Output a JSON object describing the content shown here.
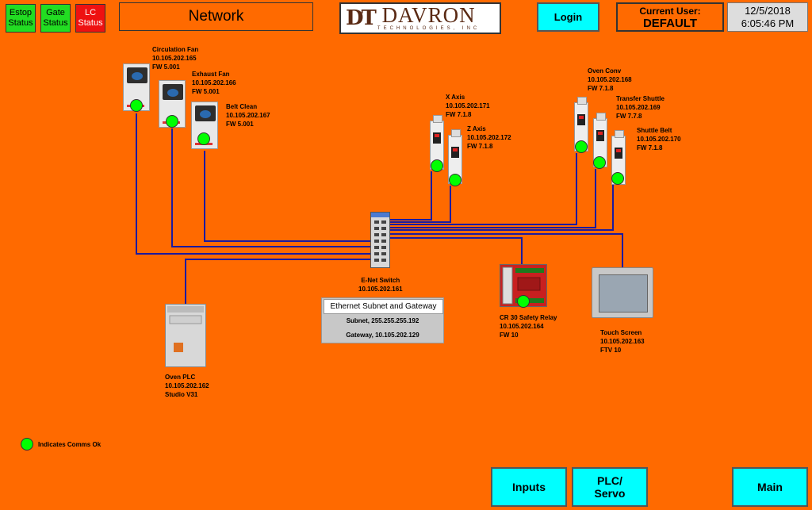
{
  "header": {
    "status": {
      "estop": {
        "line1": "Estop",
        "line2": "Status",
        "color": "#22dd22"
      },
      "gate": {
        "line1": "Gate",
        "line2": "Status",
        "color": "#22dd22"
      },
      "lc": {
        "line1": "LC",
        "line2": "Status",
        "color": "#ee1111"
      }
    },
    "screen_title": "Network",
    "logo": {
      "mark": "DT",
      "name": "DAVRON",
      "sub": "TECHNOLOGIES, INC"
    },
    "login_label": "Login",
    "current_user_label": "Current User:",
    "current_user": "DEFAULT",
    "date": "12/5/2018",
    "time": "6:05:46 PM"
  },
  "devices": {
    "circ_fan": {
      "name": "Circulation Fan",
      "ip": "10.105.202.165",
      "fw": "FW 5.001"
    },
    "exhaust_fan": {
      "name": "Exhaust Fan",
      "ip": "10.105.202.166",
      "fw": "FW 5.001"
    },
    "belt_clean": {
      "name": "Belt Clean",
      "ip": "10.105.202.167",
      "fw": "FW 5.001"
    },
    "x_axis": {
      "name": "X Axis",
      "ip": "10.105.202.171",
      "fw": "FW 7.1.8"
    },
    "z_axis": {
      "name": "Z Axis",
      "ip": "10.105.202.172",
      "fw": "FW 7.1.8"
    },
    "oven_conv": {
      "name": "Oven Conv",
      "ip": "10.105.202.168",
      "fw": "FW 7.1.8"
    },
    "transfer_shuttle": {
      "name": "Transfer Shuttle",
      "ip": "10.105.202.169",
      "fw": "FW 7.7.8"
    },
    "shuttle_belt": {
      "name": "Shuttle Belt",
      "ip": "10.105.202.170",
      "fw": "FW 7.1.8"
    },
    "enet_switch": {
      "name": "E-Net Switch",
      "ip": "10.105.202.161"
    },
    "safety_relay": {
      "name": "CR 30 Safety Relay",
      "ip": "10.105.202.164",
      "fw": "FW 10"
    },
    "touch_screen": {
      "name": "Touch Screen",
      "ip": "10.105.202.163",
      "fw": "FTV 10"
    },
    "oven_plc": {
      "name": "Oven PLC",
      "ip": "10.105.202.162",
      "fw": "Studio V31"
    }
  },
  "network_info": {
    "title": "Ethernet Subnet and Gateway",
    "subnet": "Subnet, 255.255.255.192",
    "gateway": "Gateway, 10.105.202.129"
  },
  "legend": {
    "text": "Indicates Comms Ok",
    "ok_color": "#00ff00"
  },
  "nav": {
    "inputs": "Inputs",
    "plc_servo_line1": "PLC/",
    "plc_servo_line2": "Servo",
    "main": "Main"
  },
  "colors": {
    "background": "#ff6a00",
    "button": "#00ffff",
    "wire": "#1a1aa0"
  }
}
